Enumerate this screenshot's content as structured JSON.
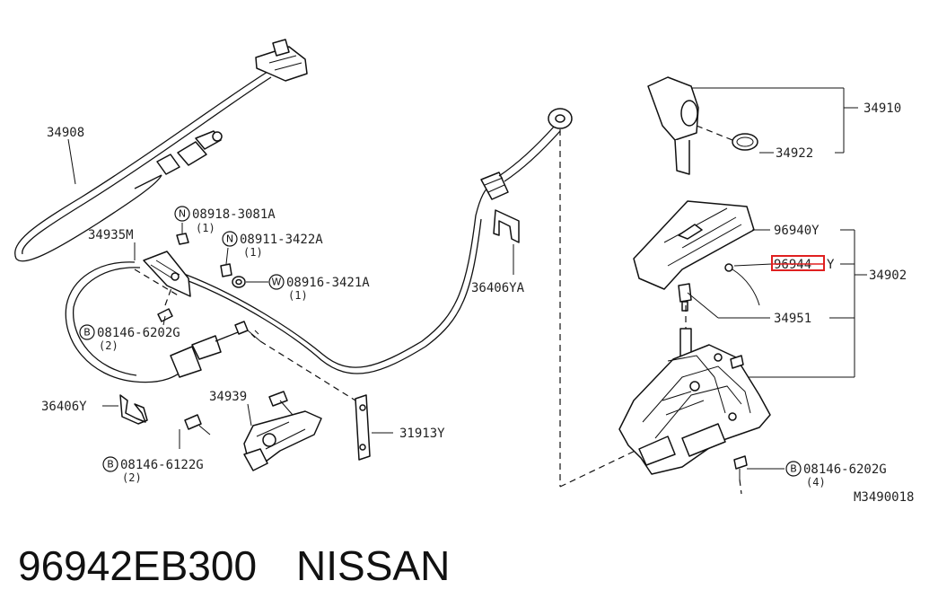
{
  "diagram": {
    "labels": {
      "p34908": "34908",
      "p34935m": "34935M",
      "p08918": "08918-3081A",
      "p08918_qty": "(1)",
      "p08911": "08911-3422A",
      "p08911_qty": "(1)",
      "p08916": "08916-3421A",
      "p08916_qty": "(1)",
      "p08146_6202g_a": "08146-6202G",
      "p08146_6202g_a_qty": "(2)",
      "p36406y": "36406Y",
      "p34939": "34939",
      "p08146_6122g": "08146-6122G",
      "p08146_6122g_qty": "(2)",
      "p31913y": "31913Y",
      "p36406ya": "36406YA",
      "p34910": "34910",
      "p34922": "34922",
      "p96940y": "96940Y",
      "p96944_prefix": "96944",
      "p96944_suffix": "Y",
      "p34902": "34902",
      "p34951": "34951",
      "p08146_6202g_b": "08146-6202G",
      "p08146_6202g_b_qty": "(4)",
      "ref": "M3490018"
    },
    "markers": {
      "n1": "N",
      "n2": "N",
      "w": "W",
      "b1": "B",
      "b2": "B",
      "b3": "B"
    },
    "highlight_color": "#e02020"
  },
  "caption": {
    "part_number": "96942EB300",
    "brand": "NISSAN"
  }
}
